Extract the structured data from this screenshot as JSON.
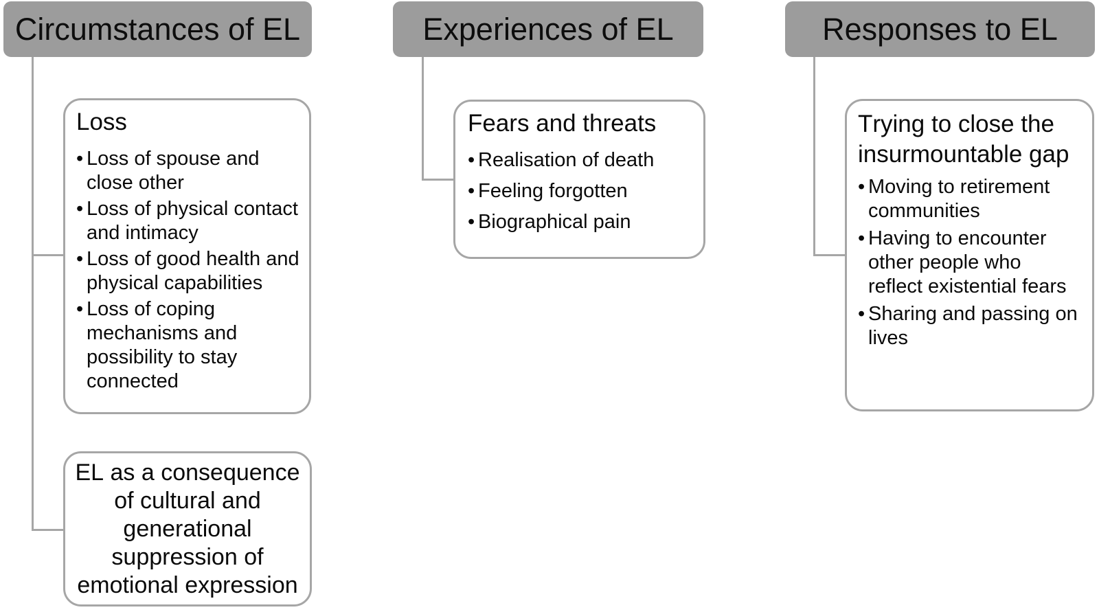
{
  "diagram": {
    "title_abbreviation": "EL",
    "bullet_char": "•",
    "colors": {
      "header_fill": "#9c9c9c",
      "box_border": "#a6a6a6",
      "connector": "#a6a6a6",
      "text": "#0a0a0a",
      "background": "#ffffff"
    },
    "columns": [
      {
        "header": "Circumstances of EL",
        "boxes": [
          {
            "title": "Loss",
            "bullets": [
              "Loss of spouse and close other",
              "Loss of physical contact and intimacy",
              "Loss of good health and physical capabilities",
              "Loss of coping mechanisms and possibility to stay connected"
            ]
          },
          {
            "title": "EL as a consequence of cultural and generational suppression of emotional expression",
            "bullets": []
          }
        ]
      },
      {
        "header": "Experiences of EL",
        "boxes": [
          {
            "title": "Fears and threats",
            "bullets": [
              "Realisation of death",
              "Feeling forgotten",
              "Biographical pain"
            ]
          }
        ]
      },
      {
        "header": "Responses to EL",
        "boxes": [
          {
            "title": "Trying to close the insurmountable gap",
            "bullets": [
              "Moving to retirement communities",
              "Having to encounter other people who reflect existential fears",
              "Sharing and passing on lives"
            ]
          }
        ]
      }
    ]
  }
}
